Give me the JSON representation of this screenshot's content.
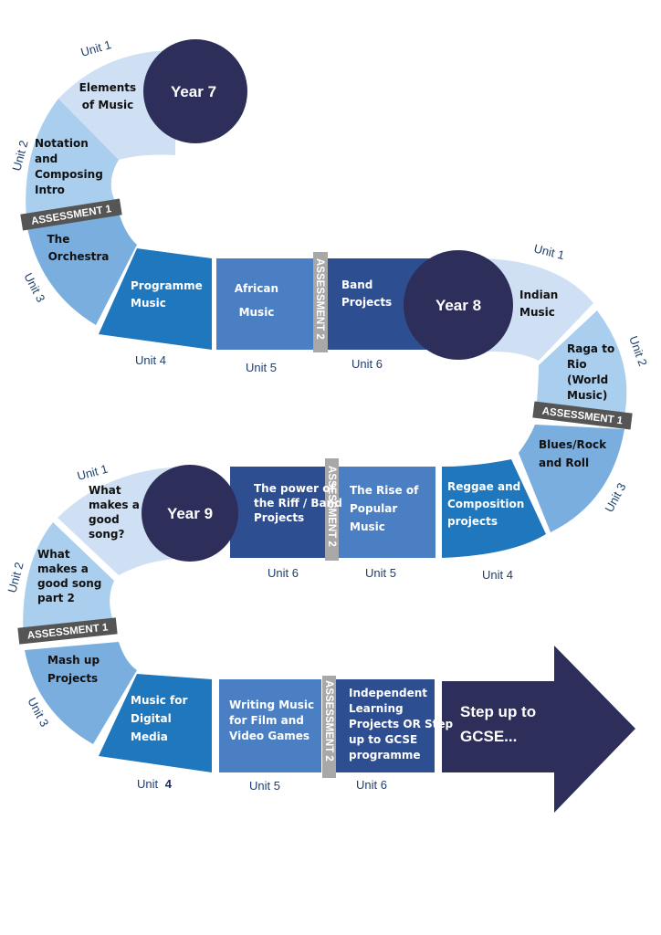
{
  "colors": {
    "lightest": "#cfe0f4",
    "light": "#a9ceee",
    "mid": "#7aaede",
    "strong": "#1f77bd",
    "medium": "#4a7fc4",
    "dark": "#2e4e92",
    "year_circle": "#2e2e5a",
    "assessment_band": "#555555",
    "assessment_band_vertical": "#a8a8a8",
    "arrow": "#2e2e5a"
  },
  "years": {
    "y7": "Year 7",
    "y8": "Year 8",
    "y9": "Year 9"
  },
  "assessments": {
    "a1": "ASSESSMENT 1",
    "a2": "ASSESSMENT 2"
  },
  "units": {
    "u1": "Unit 1",
    "u2": "Unit 2",
    "u3": "Unit 3",
    "u4": "Unit 4",
    "u5": "Unit 5",
    "u6": "Unit 6",
    "u4_y9_prefix": "Unit",
    "u4_y9_num": "4"
  },
  "year7": {
    "unit1": [
      "Elements",
      "of Music"
    ],
    "unit2": [
      "Notation",
      "and",
      "Composing",
      "Intro"
    ],
    "unit3": [
      "The",
      "Orchestra"
    ],
    "unit4": [
      "Programme",
      "Music"
    ],
    "unit5": [
      "African",
      "Music"
    ],
    "unit6": [
      "Band",
      "Projects"
    ]
  },
  "year8": {
    "unit1": [
      "Indian",
      "Music"
    ],
    "unit2": [
      "Raga to",
      "Rio",
      "(World",
      "Music)"
    ],
    "unit3": [
      "Blues/Rock",
      "and Roll"
    ],
    "unit4": [
      "Reggae and",
      "Composition",
      "projects"
    ],
    "unit5": [
      "The Rise of",
      "Popular",
      "Music"
    ],
    "unit6": [
      "The power of",
      "the Riff / Band",
      "Projects"
    ]
  },
  "year9": {
    "unit1": [
      "What",
      "makes a",
      "good",
      "song?"
    ],
    "unit2": [
      "What",
      "makes a",
      "good song",
      "part 2"
    ],
    "unit3": [
      "Mash up",
      "Projects"
    ],
    "unit4": [
      "Music for",
      "Digital",
      "Media"
    ],
    "unit5": [
      "Writing Music",
      "for Film and",
      "Video Games"
    ],
    "unit6": [
      "Independent",
      "Learning",
      "Projects OR Step",
      "up to GCSE",
      "programme"
    ]
  },
  "final": [
    "Step up to",
    "GCSE..."
  ]
}
